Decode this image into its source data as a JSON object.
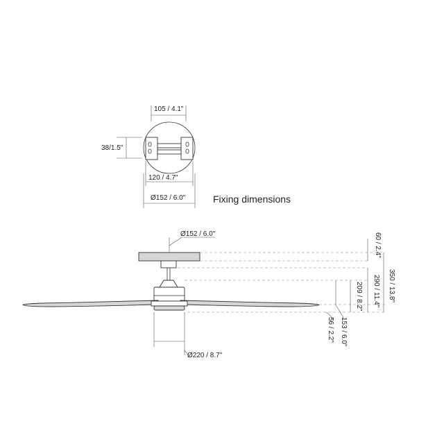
{
  "title": "Fixing dimensions",
  "plate": {
    "hole_spacing": "105 / 4.1\"",
    "height": "38/1.5\"",
    "bracket_width": "120 / 4.7\"",
    "diameter": "Ø152 / 6.0\""
  },
  "fan": {
    "canopy_diameter": "Ø152 / 6.0\"",
    "light_diameter": "Ø220 / 8.7\"",
    "canopy_height": "60 / 2.4\"",
    "total_height": "350 / 13.8\"",
    "motor_to_ceiling": "290 / 11.4\"",
    "body_height": "209 / 8.2\"",
    "light_height": "56 / 2.2\"",
    "blade_to_bottom": "153 / 6.0\""
  }
}
